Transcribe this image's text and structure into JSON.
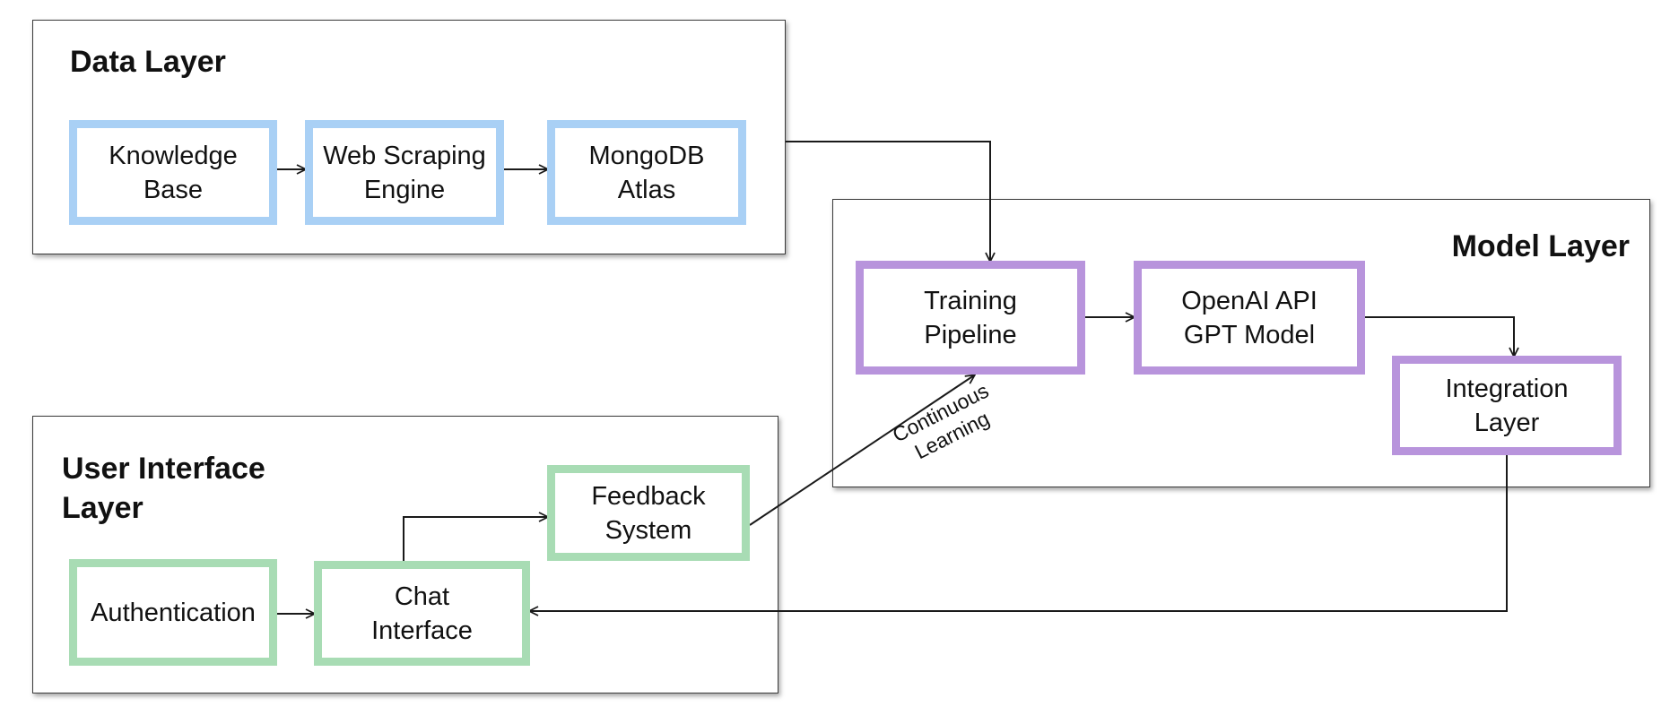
{
  "layers": {
    "data": {
      "title": "Data Layer"
    },
    "model": {
      "title": "Model Layer"
    },
    "ui": {
      "title": "User Interface\nLayer"
    }
  },
  "nodes": {
    "knowledge_base": "Knowledge\nBase",
    "web_scraping": "Web Scraping\nEngine",
    "mongodb": "MongoDB\nAtlas",
    "training": "Training\nPipeline",
    "openai": "OpenAI API\nGPT Model",
    "integration": "Integration\nLayer",
    "authentication": "Authentication",
    "chat": "Chat\nInterface",
    "feedback": "Feedback\nSystem"
  },
  "edges": {
    "continuous_learning_label": "Continuous\nLearning"
  },
  "colors": {
    "data_node_border": "#a9d0f5",
    "model_node_border": "#b894dc",
    "ui_node_border": "#a8dcb4",
    "layer_border": "#3a3a3a",
    "arrow": "#1a1a1a"
  }
}
